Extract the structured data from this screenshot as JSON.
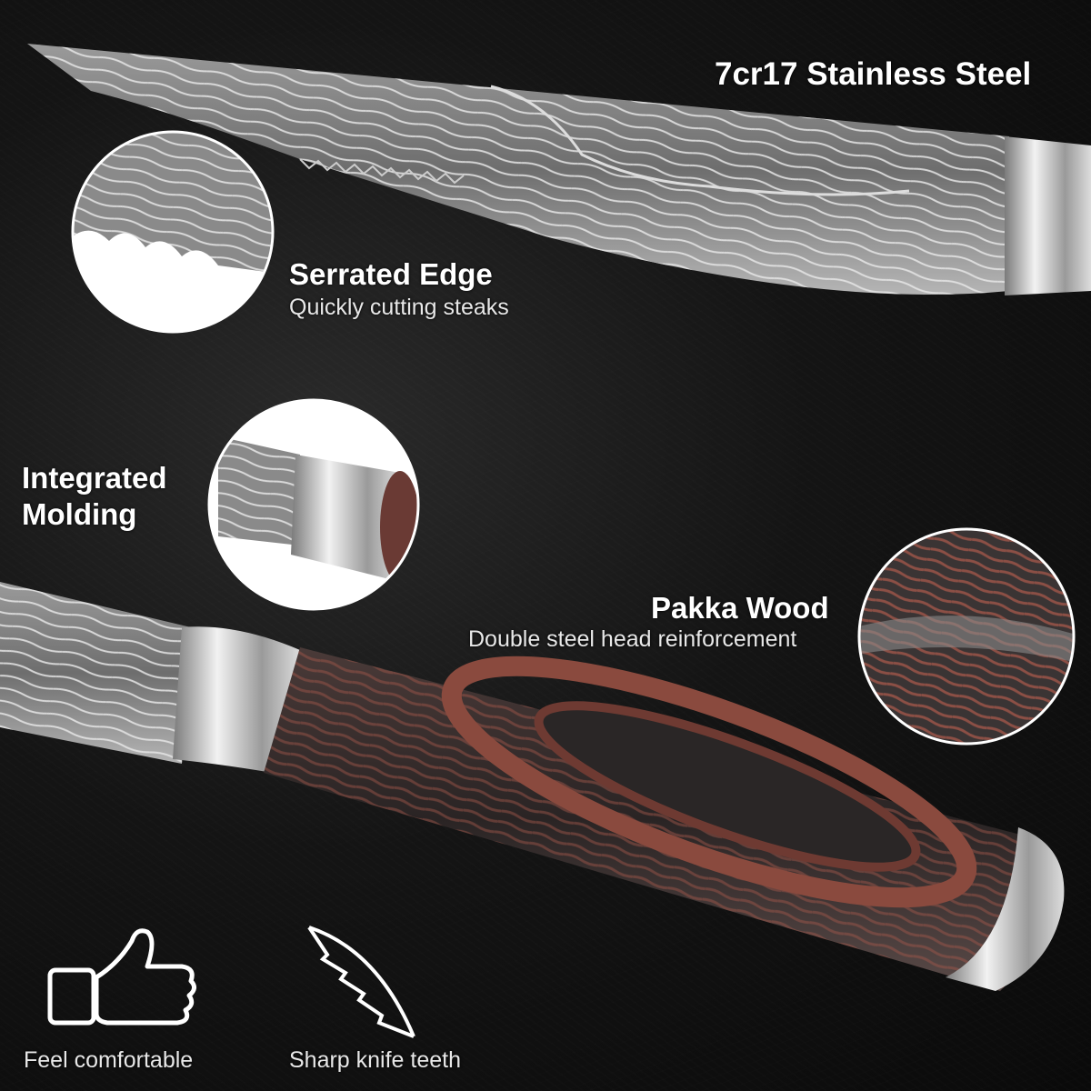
{
  "features": {
    "steel": {
      "title": "7cr17 Stainless Steel"
    },
    "serrated": {
      "title": "Serrated Edge",
      "subtitle": "Quickly cutting steaks"
    },
    "integrated": {
      "title_line1": "Integrated",
      "title_line2": "Molding"
    },
    "pakka": {
      "title": "Pakka Wood",
      "subtitle": "Double steel head reinforcement"
    }
  },
  "badges": [
    {
      "icon": "thumbs-up-icon",
      "label": "Feel comfortable"
    },
    {
      "icon": "serrated-blade-icon",
      "label": "Sharp knife teeth"
    }
  ],
  "colors": {
    "background": "#0d0d0d",
    "text": "#ffffff",
    "wood_dark": "#2e2a2a",
    "wood_red": "#8a4a3e",
    "steel": "#c8c8c8"
  }
}
